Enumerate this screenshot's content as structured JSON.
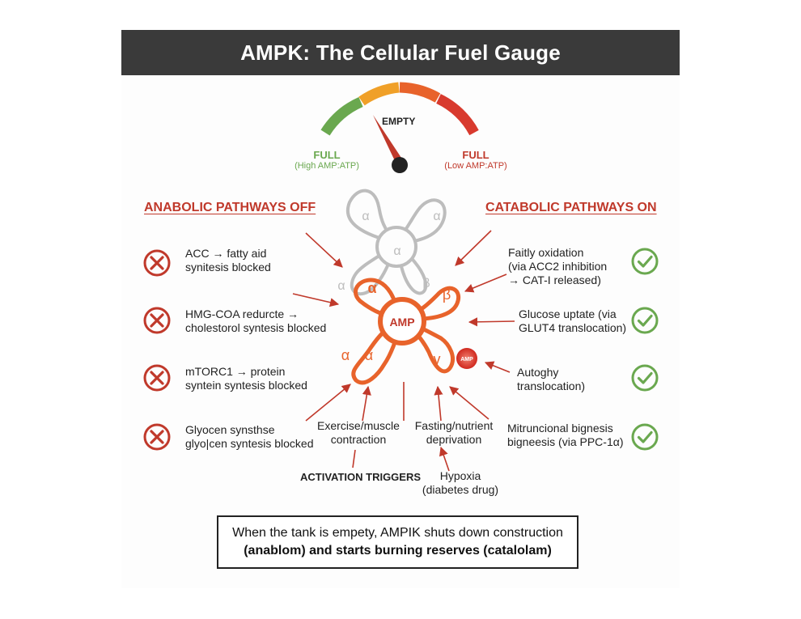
{
  "title": "AMPK: The Cellular Fuel Gauge",
  "gauge": {
    "empty_label": "EMPTY",
    "left_label": "FULL",
    "left_sub": "(High AMP:ATP)",
    "right_label": "FULL",
    "right_sub": "(Low AMP:ATP)"
  },
  "anabolic": {
    "heading": "ANABOLIC PATHWAYS OFF",
    "items": [
      {
        "line1": "ACC → fatty aid",
        "line2": "synitesis blocked",
        "icon": "x-circle-icon"
      },
      {
        "line1": "HMG-COA redurcte →",
        "line2": "cholestorol syntesis blocked",
        "icon": "x-circle-icon"
      },
      {
        "line1": "mTORC1 → protein",
        "line2": "syntein syntesis blocked",
        "icon": "x-circle-icon"
      },
      {
        "line1": "Glyocen synsthse",
        "line2": "glyo|cen syntesis blocked",
        "icon": "x-circle-icon"
      }
    ]
  },
  "catabolic": {
    "heading": "CATABOLIC PATHWAYS ON",
    "items": [
      {
        "line1": "Faitly oxidation",
        "line2": "(via ACC2 inhibition",
        "line3": "→ CAT-I released)",
        "icon": "check-circle-icon"
      },
      {
        "line1": "Glucose uptate (via",
        "line2": "GLUT4 translocation)",
        "icon": "check-circle-icon"
      },
      {
        "line1": "Autoghy",
        "line2": "translocation)",
        "icon": "check-circle-icon"
      },
      {
        "line1": "Mitruncional bignesis",
        "line2": "bigneesis (via PPC-1α)",
        "icon": "check-circle-icon"
      }
    ]
  },
  "molecule": {
    "center": "AMP",
    "badge": "AMP",
    "inactive_subunits": [
      "α",
      "α",
      "α",
      "α",
      "β"
    ],
    "active_subunits": [
      "α",
      "β",
      "α",
      "α",
      "γ"
    ]
  },
  "triggers": {
    "heading": "ACTIVATION TRIGGERS",
    "exercise": {
      "line1": "Exercise/muscle",
      "line2": "contraction"
    },
    "fasting": {
      "line1": "Fasting/nutrient",
      "line2": "deprivation"
    },
    "hypoxia": {
      "line1": "Hypoxia",
      "line2": "(diabetes drug)"
    }
  },
  "summary": {
    "line1": "When the tank is empety, AMPIK shuts down construction",
    "line2": "(anablom) and starts burning reserves (catalolam)"
  },
  "colors": {
    "title_bar": "#3a3a3a",
    "accent_red": "#c0392b",
    "accent_orange": "#e8632b",
    "accent_green": "#6aa84f",
    "gauge_yellow": "#f0a028",
    "inactive_gray": "#bdbdbd"
  }
}
